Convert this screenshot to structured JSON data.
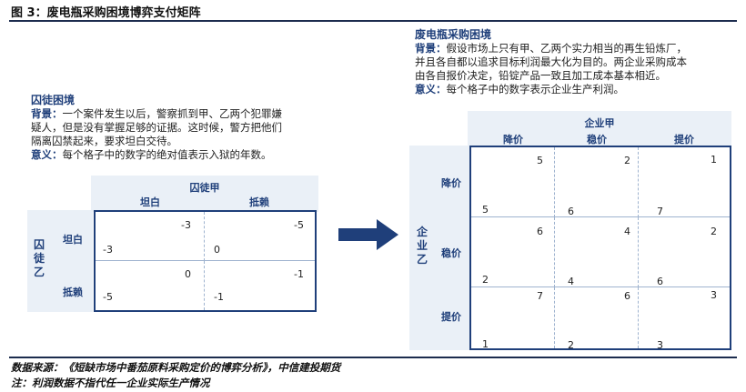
{
  "figure_title": "图 3：废电瓶采购困境博弈支付矩阵",
  "prisoner": {
    "title": "囚徒困境",
    "background_label": "背景：",
    "background_lines": [
      "一个案件发生以后，警察抓到甲、乙两个犯罪嫌",
      "疑人，但是没有掌握足够的证据。这时候，警方把他们",
      "隔离囚禁起来，要求坦白交待。"
    ],
    "meaning_label": "意义：",
    "meaning": "每个格子中的数字的绝对值表示入狱的年数。",
    "col_player": "囚徒甲",
    "col_options": [
      "坦白",
      "抵赖"
    ],
    "row_player": "囚徒乙",
    "row_options": [
      "坦白",
      "抵赖"
    ],
    "cells": [
      [
        {
          "top": "-3",
          "bottom": "-3"
        },
        {
          "top": "-5",
          "bottom": "0"
        }
      ],
      [
        {
          "top": "0",
          "bottom": "-5"
        },
        {
          "top": "-1",
          "bottom": "-1"
        }
      ]
    ]
  },
  "arrow_color": "#1f3f7a",
  "battery": {
    "title": "废电瓶采购困境",
    "background_label": "背景：",
    "background_lines": [
      "假设市场上只有甲、乙两个实力相当的再生铅炼厂，",
      "并且各自都以追求目标利润最大化为目的。两企业采购成本",
      "由各自报价决定，铅锭产品一致且加工成本基本相近。"
    ],
    "meaning_label": "意义：",
    "meaning": "每个格子中的数字表示企业生产利润。",
    "col_player": "企业甲",
    "col_options": [
      "降价",
      "稳价",
      "提价"
    ],
    "row_player": "企业乙",
    "row_options": [
      "降价",
      "稳价",
      "提价"
    ],
    "cells": [
      [
        {
          "top": "5",
          "bottom": "5"
        },
        {
          "top": "2",
          "bottom": "6"
        },
        {
          "top": "1",
          "bottom": "7"
        }
      ],
      [
        {
          "top": "6",
          "bottom": "2"
        },
        {
          "top": "4",
          "bottom": "4"
        },
        {
          "top": "2",
          "bottom": "6"
        }
      ],
      [
        {
          "top": "7",
          "bottom": "1"
        },
        {
          "top": "6",
          "bottom": "2"
        },
        {
          "top": "3",
          "bottom": "3"
        }
      ]
    ]
  },
  "footnotes": {
    "source": "数据来源：《短缺市场中番茄原料采购定价的博弈分析》，中信建投期货",
    "note": "注：利润数据不指代任一企业实际生产情况"
  },
  "colors": {
    "accent": "#1f3f7a",
    "shade": "#eaf0f7",
    "rule": "#1c2c4e"
  }
}
